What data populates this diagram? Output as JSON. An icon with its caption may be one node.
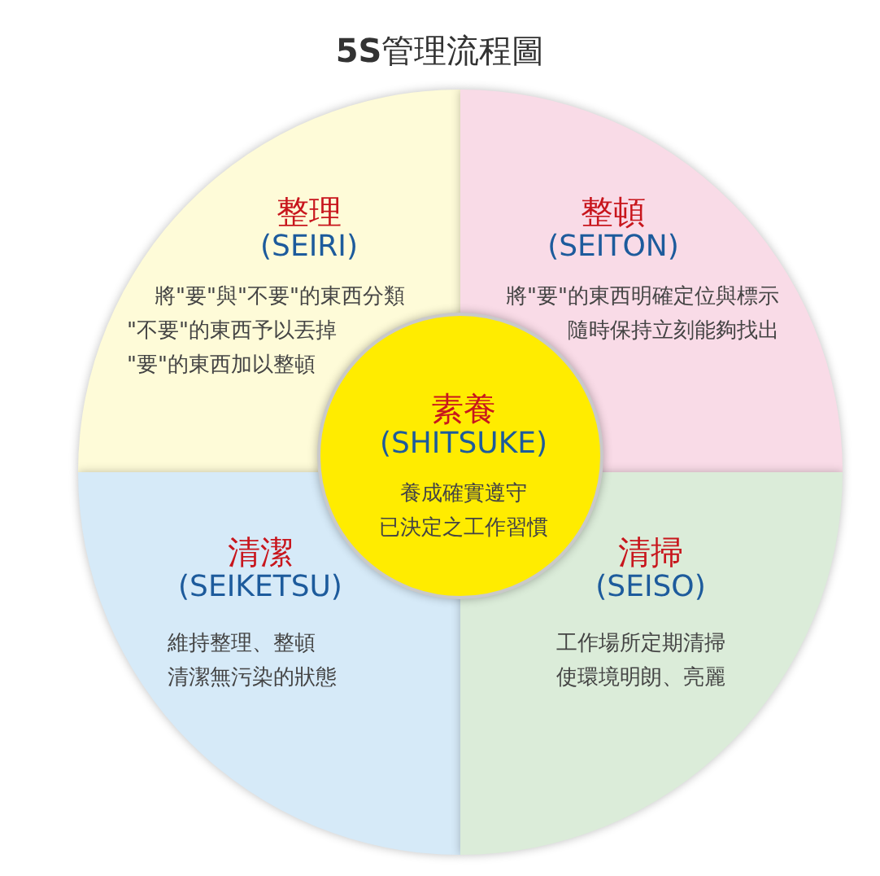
{
  "diagram": {
    "title": "**5S**管理流程圖",
    "nodes": [
      {
        "text": [
          "整理",
          "(SEIRI)",
          "將\"要\"與\"不要\"的東西分類",
          "\"不要\"的東西予以丟掉",
          "\"要\"的東西加以整頓"
        ]
      },
      {
        "text": [
          "整頓",
          "(SEITON)",
          "將\"要\"的東西明確定位與標示",
          "隨時保持立刻能夠找出"
        ]
      },
      {
        "text": [
          "清潔",
          "(SEIKETSU)",
          "維持整理、整頓",
          "清潔無污染的狀態"
        ]
      },
      {
        "text": [
          "清掃",
          "(SEISO)",
          "工作場所定期清掃",
          "使環境明朗、亮麗"
        ]
      },
      {
        "text": [
          "素養",
          "(SHITSUKE)",
          "養成確實遵守",
          "已決定之工作習慣"
        ]
      }
    ]
  }
}
